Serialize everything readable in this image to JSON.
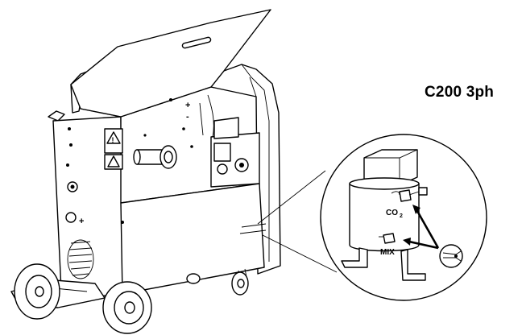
{
  "title": "C200 3ph",
  "labels": {
    "co2_main": "CO",
    "co2_sub": "2",
    "mix": "MIX",
    "polarity_plus": "+",
    "polarity_minus": "-",
    "hazard_symbol": "!"
  },
  "colors": {
    "line": "#000000",
    "background": "#ffffff"
  },
  "icons": [
    "welding-machine",
    "regulator-detail",
    "clamp-icon",
    "warning-triangle-icon"
  ]
}
